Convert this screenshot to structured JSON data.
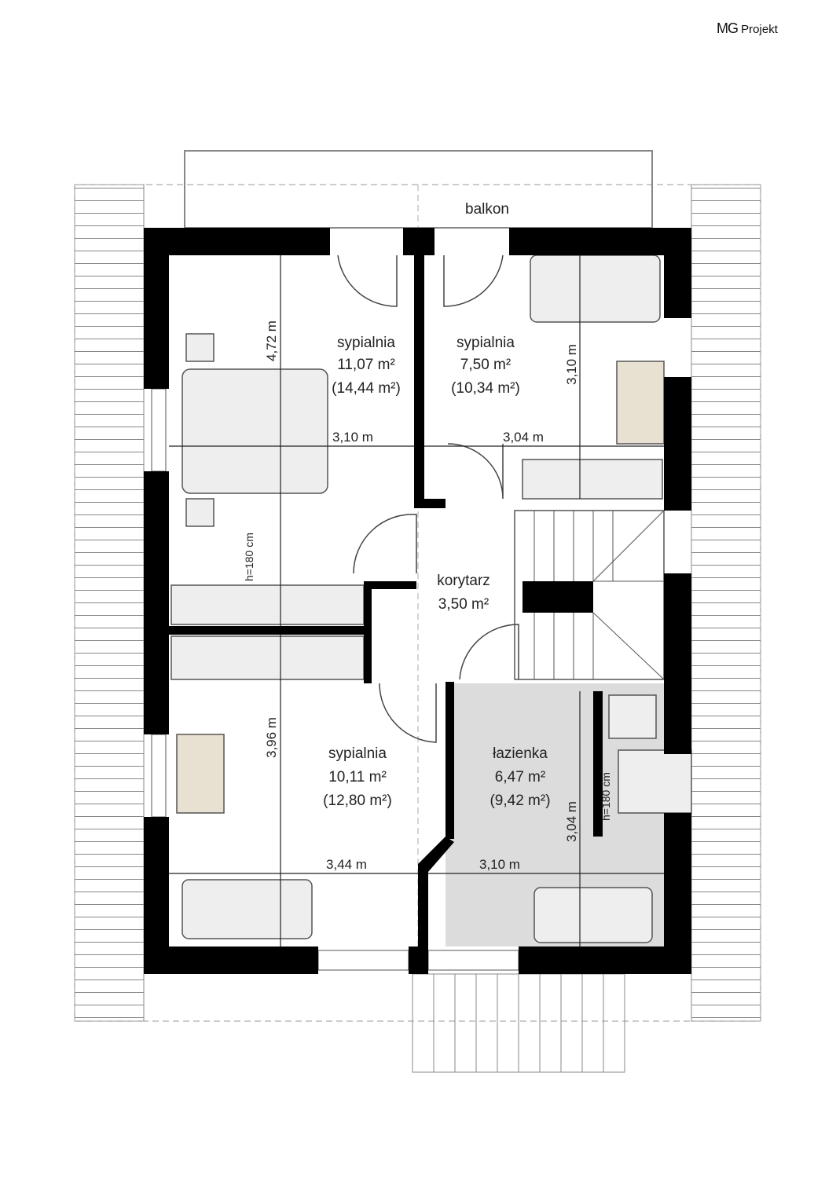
{
  "brand": {
    "logo_main": "MG",
    "logo_sub": "Projekt"
  },
  "rooms": {
    "balkon": {
      "name": "balkon"
    },
    "bedroom1": {
      "name": "sypialnia",
      "area": "11,07 m²",
      "area_total": "(14,44 m²)"
    },
    "bedroom2": {
      "name": "sypialnia",
      "area": "7,50 m²",
      "area_total": "(10,34 m²)"
    },
    "corridor": {
      "name": "korytarz",
      "area": "3,50 m²"
    },
    "bedroom3": {
      "name": "sypialnia",
      "area": "10,11 m²",
      "area_total": "(12,80 m²)"
    },
    "bathroom": {
      "name": "łazienka",
      "area": "6,47 m²",
      "area_total": "(9,42 m²)"
    }
  },
  "dimensions": {
    "d1": "4,72 m",
    "d2": "3,10 m",
    "d3": "3,04 m",
    "d4": "3,10 m",
    "d5": "3,96 m",
    "d6": "3,44 m",
    "d7": "3,10 m",
    "d8": "3,04 m",
    "h1": "h=180 cm",
    "h2": "h=180 cm"
  },
  "colors": {
    "wall": "#000000",
    "bathroom_fill": "#dcdcdc",
    "furniture_fill": "#eeeeee"
  }
}
